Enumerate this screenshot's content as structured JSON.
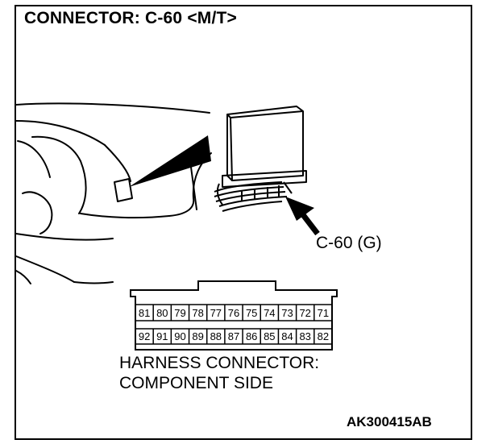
{
  "diagram": {
    "title": "CONNECTOR: C-60 <M/T>",
    "callout_label": "C-60 (G)",
    "caption_line1": "HARNESS CONNECTOR:",
    "caption_line2": "COMPONENT SIDE",
    "figure_code": "AK300415AB"
  },
  "connector": {
    "top_row": [
      "81",
      "80",
      "79",
      "78",
      "77",
      "76",
      "75",
      "74",
      "73",
      "72",
      "71"
    ],
    "bottom_row": [
      "92",
      "91",
      "90",
      "89",
      "88",
      "87",
      "86",
      "85",
      "84",
      "83",
      "82"
    ]
  },
  "icons": {
    "dashboard": "dashboard-illustration",
    "ecu": "ecu-module-illustration",
    "arrow": "pointer-arrow-icon"
  }
}
